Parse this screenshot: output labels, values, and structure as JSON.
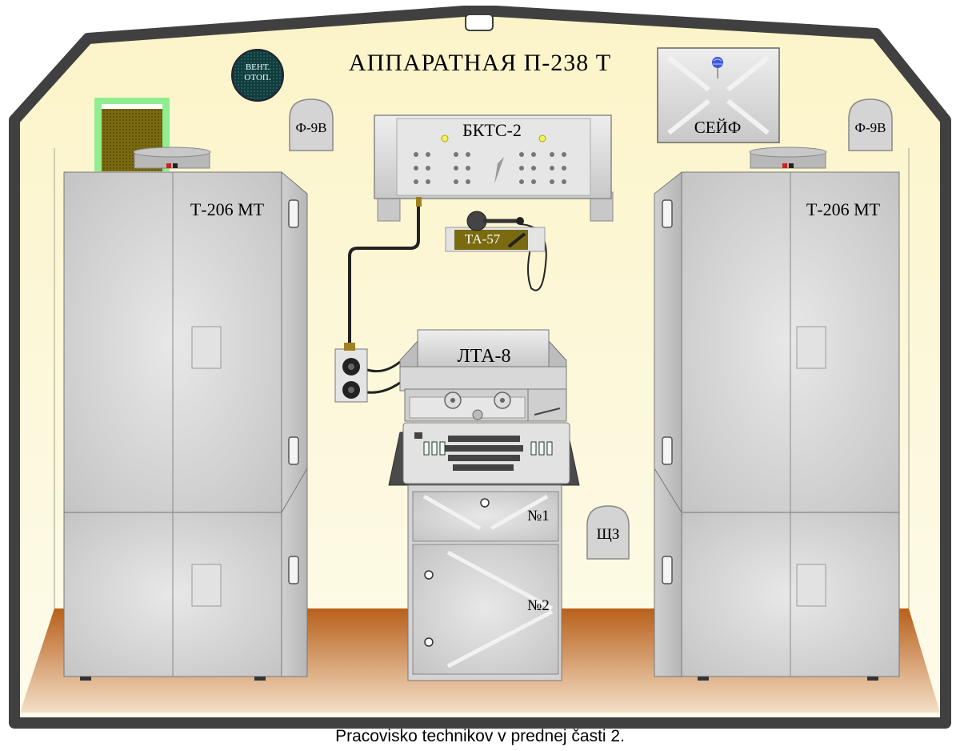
{
  "title": "АППАРАТНАЯ  П-238 Т",
  "caption": "Pracovisko technikov v prednej časti 2.",
  "vent_label_line1": "ВЕНТ.",
  "vent_label_line2": "ОТОП.",
  "f9v_label": "Ф-9В",
  "t206_label": "Т-206 МТ",
  "bkts_label": "БКТС-2",
  "ta57_label": "ТА-57",
  "lta8_label": "ЛТА-8",
  "safe_label": "СЕЙФ",
  "shz_label": "ЩЗ",
  "drawer1_label": "№1",
  "drawer2_label": "№2",
  "colors": {
    "wall": "#fcf8dc",
    "frame": "#404040",
    "floor": "#c06a20",
    "cabinet": "#d8d8d8",
    "accent_green": "#90ee90"
  },
  "icons": [
    "globe-icon",
    "handset-icon",
    "fan-icon"
  ]
}
